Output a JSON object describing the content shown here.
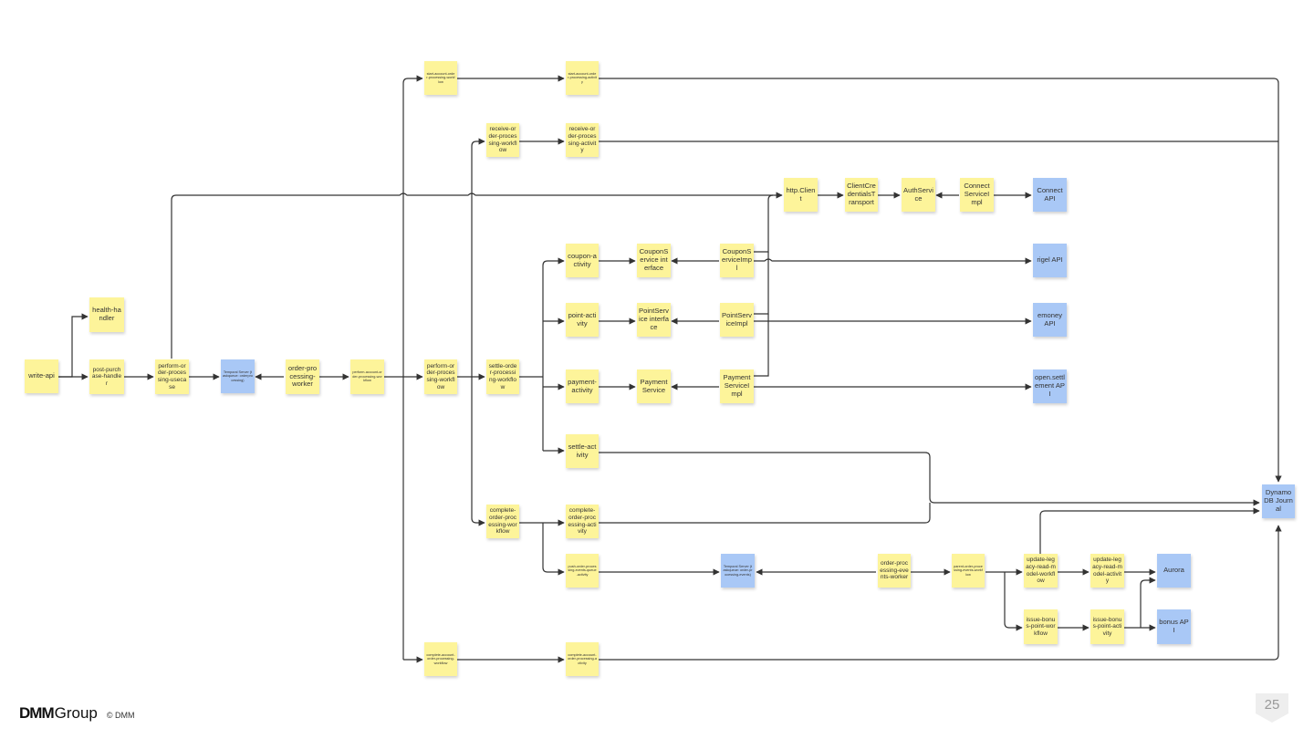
{
  "nodes": {
    "write_api": {
      "label": "write-api"
    },
    "health_handler": {
      "label": "health-handler"
    },
    "post_purchase_handler": {
      "label": "post-purchase-handler"
    },
    "perform_order_processing_usecase": {
      "label": "perform-order-processing-usecase"
    },
    "temporal_server_orderprocessing": {
      "label": "Temporal Server (taskqueue: orderprocessing)"
    },
    "order_processing_worker": {
      "label": "order-processing-worker"
    },
    "perform_account_order_processing_workflow": {
      "label": "perform-account-order-processing-workflow"
    },
    "start_account_order_processing_workflow": {
      "label": "start-account-order-processing-workflow"
    },
    "start_account_order_processing_activity": {
      "label": "start-account-order-processing-activity"
    },
    "receive_order_processing_workflow": {
      "label": "receive-order-processing-workflow"
    },
    "receive_order_processing_activity": {
      "label": "receive-order-processing-activity"
    },
    "http_client": {
      "label": "http.Client"
    },
    "client_credentials_transport": {
      "label": "ClientCredentialsTransport"
    },
    "auth_service": {
      "label": "AuthService"
    },
    "connect_service_impl": {
      "label": "ConnectServiceImpl"
    },
    "connect_api": {
      "label": "Connect API"
    },
    "perform_order_processing_workflow": {
      "label": "perform-order-processing-workflow"
    },
    "settle_order_processing_workflow": {
      "label": "settle-order-processing-workflow"
    },
    "coupon_activity": {
      "label": "coupon-activity"
    },
    "coupon_service_interface": {
      "label": "CouponService interface"
    },
    "coupon_service_impl": {
      "label": "CouponServiceImpl"
    },
    "rigel_api": {
      "label": "rigel API"
    },
    "point_activity": {
      "label": "point-activity"
    },
    "point_service_interface": {
      "label": "PointService interface"
    },
    "point_service_impl": {
      "label": "PointServiceImpl"
    },
    "emoney_api": {
      "label": "emoney API"
    },
    "payment_activity": {
      "label": "payment-activity"
    },
    "payment_service": {
      "label": "PaymentService"
    },
    "payment_service_impl": {
      "label": "PaymentServiceImpl"
    },
    "open_settlement_api": {
      "label": "open.settlement API"
    },
    "settle_activity": {
      "label": "settle-activity"
    },
    "dynamodb_journal": {
      "label": "DynamoDB Journal"
    },
    "complete_order_processing_workflow": {
      "label": "complete-order-processing-workflow"
    },
    "complete_order_processing_activity": {
      "label": "complete-order-processing-activity"
    },
    "push_order_processing_events_queue_activity": {
      "label": "push-order-processing-events-queue-activity"
    },
    "temporal_server_order_processing_events": {
      "label": "Temporal Server (taskqueue: order-processing-events)"
    },
    "order_processing_events_worker": {
      "label": "order-processing-events-worker"
    },
    "parent_order_processing_events_workflow": {
      "label": "parent-order-processing-events-workflow"
    },
    "update_legacy_read_model_workflow": {
      "label": "update-legacy-read-model-workflow"
    },
    "update_legacy_read_model_activity": {
      "label": "update-legacy-read-model-activity"
    },
    "aurora": {
      "label": "Aurora"
    },
    "issue_bonus_point_workflow": {
      "label": "issue-bonus-point-workflow"
    },
    "issue_bonus_point_activity": {
      "label": "issue-bonus-point-activity"
    },
    "bonus_api": {
      "label": "bonus API"
    },
    "complete_account_order_processing_workflow": {
      "label": "complete-account-order-processing-workflow"
    },
    "complete_account_order_processing_activity": {
      "label": "complete-account-order-processing-activity"
    }
  },
  "colors": {
    "note_yellow": "#fdf49a",
    "note_blue": "#a9c8f6",
    "connector": "#333333"
  },
  "footer": {
    "brand": "DMM",
    "group": "Group",
    "copyright": "© DMM",
    "page_number": "25"
  }
}
